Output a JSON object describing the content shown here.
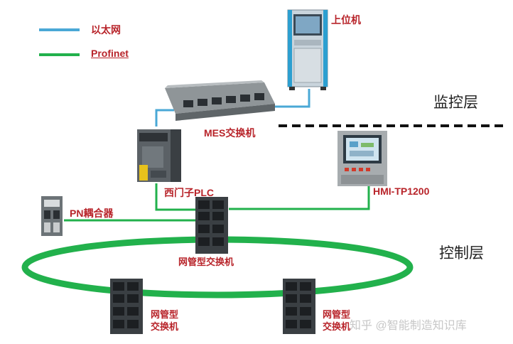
{
  "legend": {
    "ethernet_label": "以太网",
    "profinet_label": "Profinet",
    "ethernet_color": "#4aa8d6",
    "profinet_color": "#22b14c"
  },
  "layers": {
    "monitoring": "监控层",
    "control": "控制层"
  },
  "devices": {
    "host_computer": "上位机",
    "mes_switch": "MES交换机",
    "plc": "西门子PLC",
    "hmi": "HMI-TP1200",
    "pn_coupler": "PN耦合器",
    "managed_switch_top": "网管型交换机",
    "managed_switch_left_line1": "网管型",
    "managed_switch_left_line2": "交换机",
    "managed_switch_right_line1": "网管型",
    "managed_switch_right_line2": "交换机"
  },
  "watermark": "知乎 @智能制造知识库",
  "icons": [
    "cabinet-pc-icon",
    "industrial-switch-icon",
    "plc-icon",
    "hmi-panel-icon",
    "pn-coupler-icon",
    "managed-switch-icon"
  ]
}
